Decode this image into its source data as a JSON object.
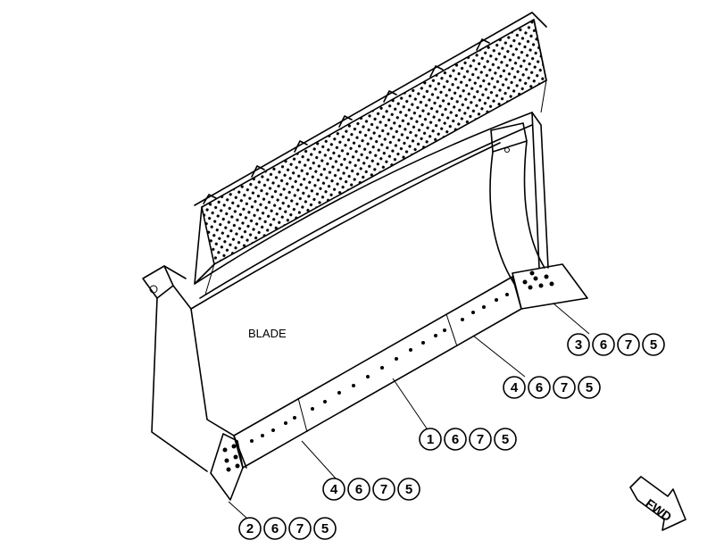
{
  "labels": {
    "blade": "BLADE",
    "direction": "FWD"
  },
  "callouts": [
    {
      "id": "upper-right",
      "digits": [
        "3",
        "6",
        "7",
        "5"
      ]
    },
    {
      "id": "right-middle",
      "digits": [
        "4",
        "6",
        "7",
        "5"
      ]
    },
    {
      "id": "center",
      "digits": [
        "1",
        "6",
        "7",
        "5"
      ]
    },
    {
      "id": "left-middle",
      "digits": [
        "4",
        "6",
        "7",
        "5"
      ]
    },
    {
      "id": "lower-left",
      "digits": [
        "2",
        "6",
        "7",
        "5"
      ]
    }
  ]
}
